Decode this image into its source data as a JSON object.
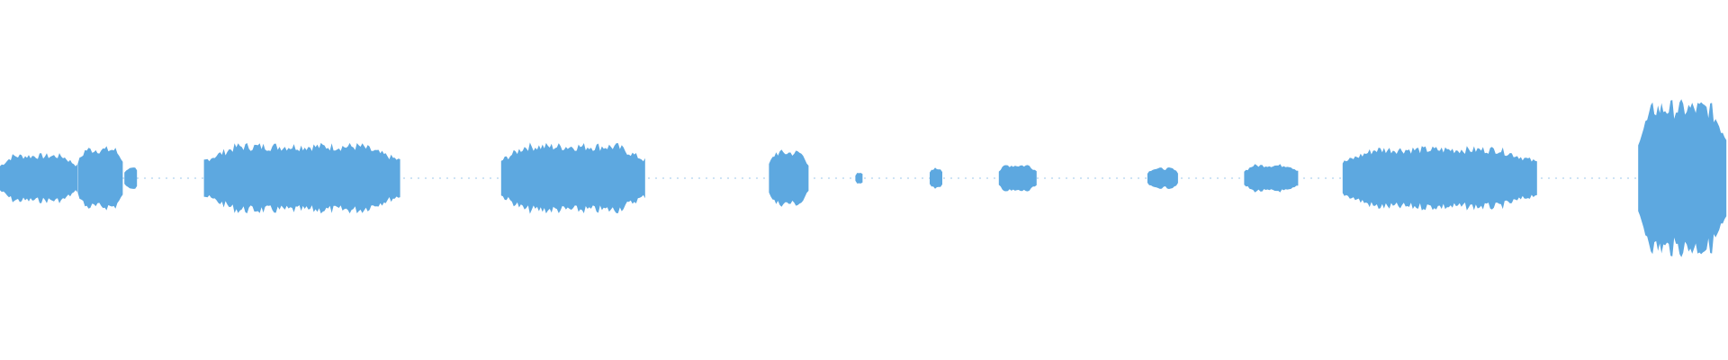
{
  "waveform": {
    "color": "#5DA8E0",
    "segments": [
      {
        "start": 0.0,
        "end": 0.045,
        "peak": 0.07
      },
      {
        "start": 0.045,
        "end": 0.072,
        "peak": 0.09
      },
      {
        "start": 0.072,
        "end": 0.08,
        "peak": 0.03
      },
      {
        "start": 0.118,
        "end": 0.232,
        "peak": 0.1
      },
      {
        "start": 0.29,
        "end": 0.374,
        "peak": 0.1
      },
      {
        "start": 0.445,
        "end": 0.468,
        "peak": 0.08
      },
      {
        "start": 0.495,
        "end": 0.5,
        "peak": 0.015
      },
      {
        "start": 0.538,
        "end": 0.546,
        "peak": 0.03
      },
      {
        "start": 0.578,
        "end": 0.6,
        "peak": 0.04
      },
      {
        "start": 0.664,
        "end": 0.682,
        "peak": 0.03
      },
      {
        "start": 0.72,
        "end": 0.752,
        "peak": 0.04
      },
      {
        "start": 0.777,
        "end": 0.89,
        "peak": 0.09
      },
      {
        "start": 0.948,
        "end": 1.0,
        "peak": 0.22
      }
    ]
  }
}
